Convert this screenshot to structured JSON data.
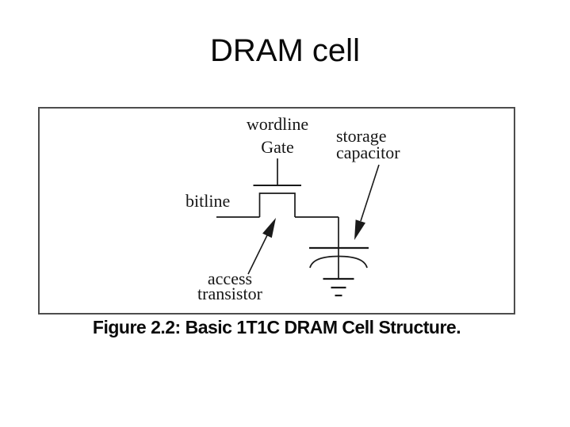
{
  "slide": {
    "title": "DRAM cell"
  },
  "figure": {
    "caption": "Figure 2.2: Basic 1T1C DRAM Cell Structure.",
    "labels": {
      "wordline": "wordline",
      "gate": "Gate",
      "storage_line1": "storage",
      "storage_line2": "capacitor",
      "bitline": "bitline",
      "access_line1": "access",
      "access_line2": "transistor"
    },
    "colors": {
      "ink": "#1a1a1a",
      "border": "#4d4d4d",
      "background": "#ffffff"
    }
  }
}
